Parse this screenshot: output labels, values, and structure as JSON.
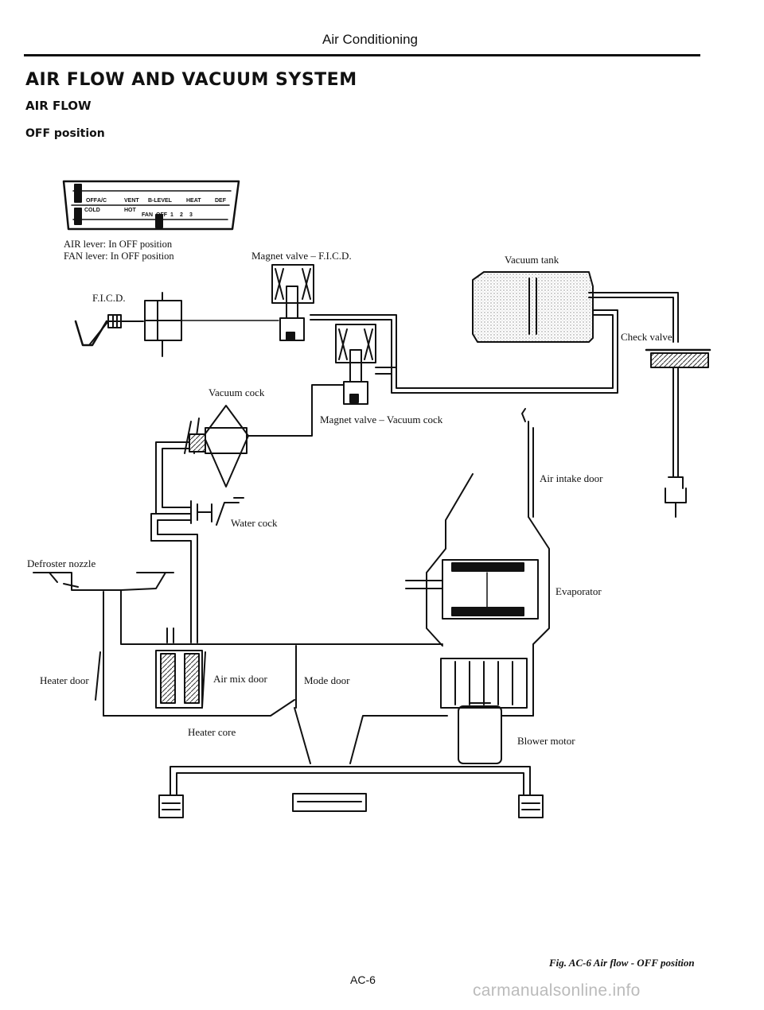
{
  "header": {
    "section": "Air Conditioning"
  },
  "titles": {
    "main": "AIR FLOW AND VACUUM SYSTEM",
    "sub": "AIR FLOW",
    "position": "OFF position"
  },
  "lever_status": {
    "air": "AIR lever:  In OFF position",
    "fan": "FAN lever:  In OFF position"
  },
  "labels": {
    "magnet_valve_ficd": "Magnet valve – F.I.C.D.",
    "vacuum_tank": "Vacuum tank",
    "ficd": "F.I.C.D.",
    "check_valve": "Check valve",
    "vacuum_cock": "Vacuum cock",
    "magnet_valve_vacuum_cock": "Magnet valve – Vacuum cock",
    "air_intake_door": "Air intake door",
    "water_cock": "Water cock",
    "defroster_nozzle": "Defroster nozzle",
    "evaporator": "Evaporator",
    "heater_door": "Heater door",
    "air_mix_door": "Air mix door",
    "mode_door": "Mode door",
    "heater_core": "Heater core",
    "blower_motor": "Blower motor"
  },
  "control_panel": {
    "air_scale": [
      "OFF",
      "A/C",
      "VENT",
      "B-LEVEL",
      "HEAT",
      "DEF"
    ],
    "temp_scale": [
      "COLD",
      "HOT"
    ],
    "fan_scale": [
      "FAN",
      "OFF",
      "1",
      "2",
      "3"
    ]
  },
  "caption": "Fig. AC-6  Air flow - OFF position",
  "page_number": "AC-6",
  "watermark": "carmanualsonline.info"
}
